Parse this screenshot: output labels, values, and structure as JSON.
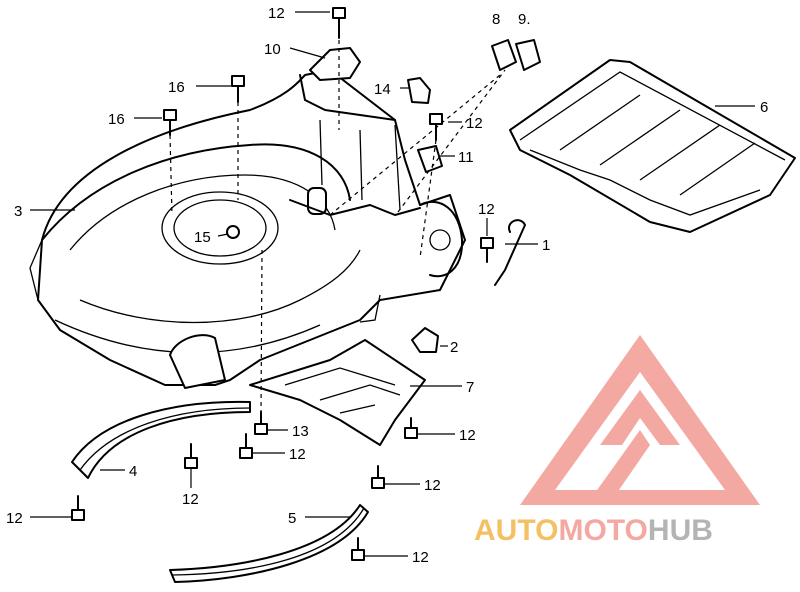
{
  "callouts": [
    {
      "id": "c12a",
      "label": "12"
    },
    {
      "id": "c8",
      "label": "8"
    },
    {
      "id": "c9",
      "label": "9."
    },
    {
      "id": "c10",
      "label": "10"
    },
    {
      "id": "c16a",
      "label": "16"
    },
    {
      "id": "c14",
      "label": "14"
    },
    {
      "id": "c16b",
      "label": "16"
    },
    {
      "id": "c12b",
      "label": "12"
    },
    {
      "id": "c6",
      "label": "6"
    },
    {
      "id": "c11",
      "label": "11"
    },
    {
      "id": "c3",
      "label": "3"
    },
    {
      "id": "c12c",
      "label": "12"
    },
    {
      "id": "c15",
      "label": "15"
    },
    {
      "id": "c1",
      "label": "1"
    },
    {
      "id": "c2",
      "label": "2"
    },
    {
      "id": "c7",
      "label": "7"
    },
    {
      "id": "c13",
      "label": "13"
    },
    {
      "id": "c12d",
      "label": "12"
    },
    {
      "id": "c12e",
      "label": "12"
    },
    {
      "id": "c4",
      "label": "4"
    },
    {
      "id": "c12f",
      "label": "12"
    },
    {
      "id": "c12g",
      "label": "12"
    },
    {
      "id": "c12h",
      "label": "12"
    },
    {
      "id": "c5",
      "label": "5"
    },
    {
      "id": "c12i",
      "label": "12"
    }
  ],
  "watermark": {
    "part1": "AUTO",
    "part2": "MOTO",
    "part3": "HUB",
    "colors": {
      "auto": "#f2b64a",
      "moto": "#f39a92",
      "hub": "#a8a8a8",
      "emblem": "#f08d84"
    }
  }
}
